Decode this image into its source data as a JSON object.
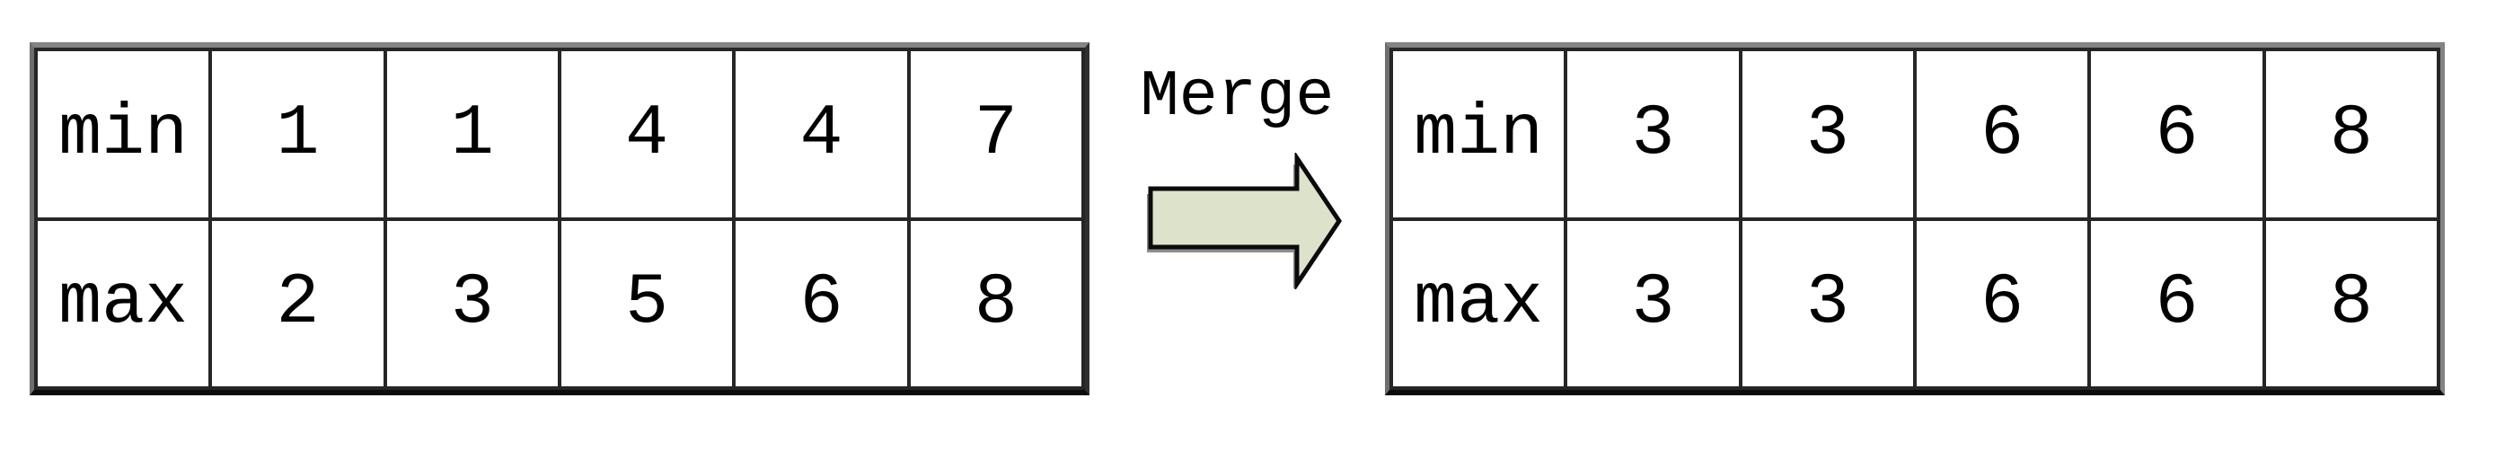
{
  "merge": {
    "label": "Merge",
    "arrow_fill": "#dde2cb",
    "arrow_outline": "#0b0b0b",
    "arrow_shadow": "#8d8d8d"
  },
  "input_table": {
    "rows": [
      {
        "label": "min",
        "values": [
          "1",
          "1",
          "4",
          "4",
          "7"
        ]
      },
      {
        "label": "max",
        "values": [
          "2",
          "3",
          "5",
          "6",
          "8"
        ]
      }
    ]
  },
  "output_table": {
    "rows": [
      {
        "label": "min",
        "values": [
          "3",
          "3",
          "6",
          "6",
          "8"
        ]
      },
      {
        "label": "max",
        "values": [
          "3",
          "3",
          "6",
          "6",
          "8"
        ]
      }
    ]
  },
  "colors": {
    "background": "#ffffff",
    "grid_line": "#262626",
    "grid_top_edge": "#848484",
    "grid_bottom_edge": "#0c0c0c",
    "text": "#000000"
  }
}
